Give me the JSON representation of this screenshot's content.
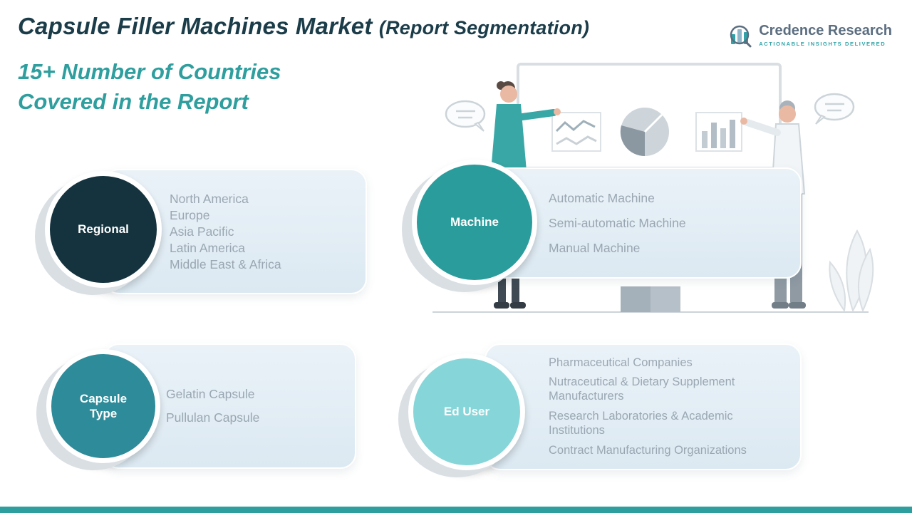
{
  "header": {
    "title_main": "Capsule Filler Machines Market ",
    "title_paren": "(Report Segmentation)",
    "subtitle_line1": "15+ Number of Countries",
    "subtitle_line2": "Covered in the Report"
  },
  "logo": {
    "name": "Credence Research",
    "tagline": "Actionable Insights Delivered"
  },
  "cards": [
    {
      "label": "Regional",
      "circle_color": "#14333e",
      "items": [
        "North America",
        "Europe",
        "Asia Pacific",
        "Latin America",
        "Middle East & Africa"
      ]
    },
    {
      "label": "Machine",
      "circle_color": "#2a9c9c",
      "items": [
        "Automatic Machine",
        "Semi-automatic Machine",
        "Manual Machine"
      ]
    },
    {
      "label": "Capsule Type",
      "circle_color": "#2e8b99",
      "items": [
        "Gelatin Capsule",
        "Pullulan Capsule"
      ]
    },
    {
      "label": "Ed User",
      "circle_color": "#86d6d9",
      "items": [
        "Pharmaceutical Companies",
        "Nutraceutical & Dietary Supplement Manufacturers",
        "Research Laboratories & Academic Institutions",
        "Contract Manufacturing Organizations"
      ]
    }
  ],
  "colors": {
    "accent_teal": "#2f9e9e",
    "title_navy": "#1b3c49",
    "card_text_gray": "#9aa7b2"
  }
}
